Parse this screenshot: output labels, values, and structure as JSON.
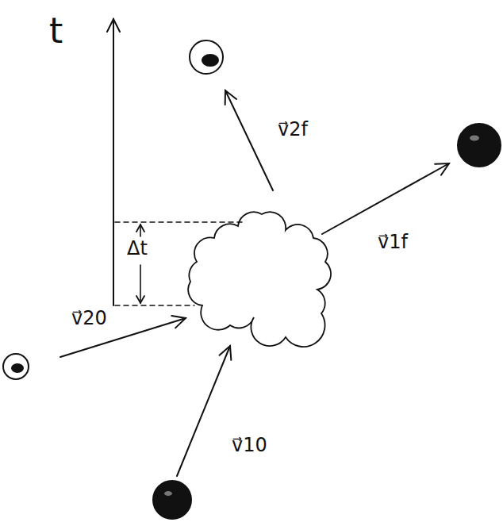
{
  "diagram": {
    "labels": [
      "t",
      "Δt",
      "v⃗20",
      "v⃗10",
      "v⃗2f",
      "v⃗1f"
    ]
  }
}
